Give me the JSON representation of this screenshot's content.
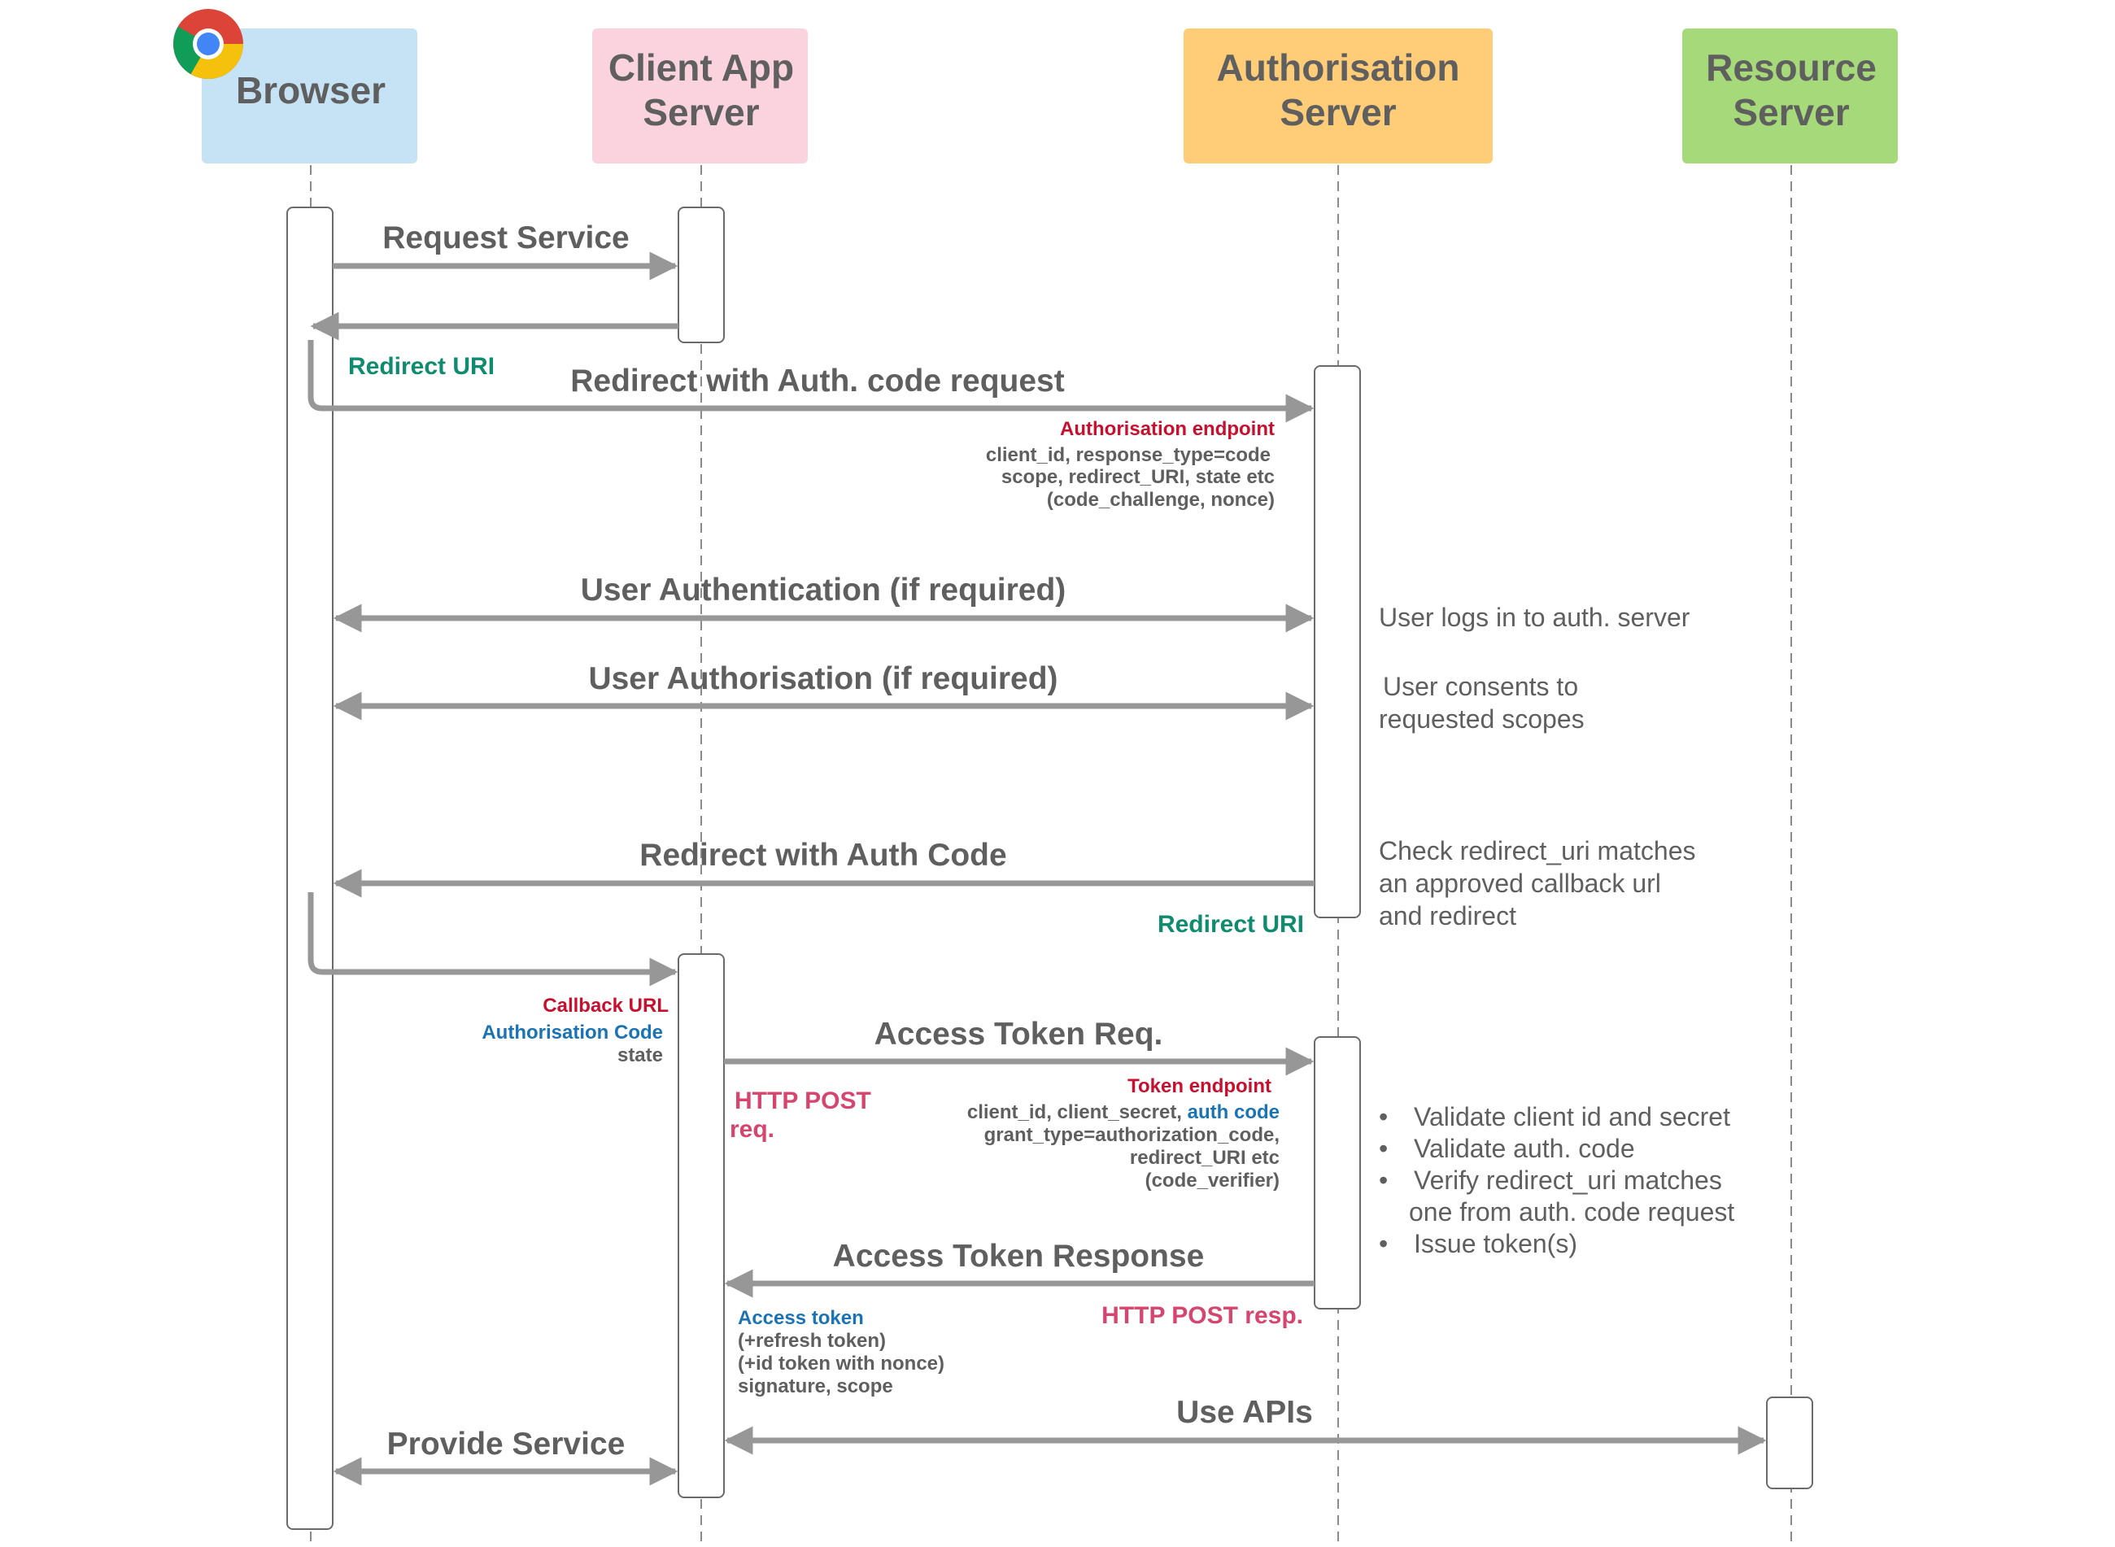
{
  "colors": {
    "browser": "#c5e3f5",
    "client": "#fad3df",
    "auth": "#ffcc78",
    "resource": "#a5d979",
    "arrow": "#979797",
    "red": "#c8102e",
    "blue": "#1a73b5",
    "green": "#0f8c6f",
    "pink": "#d6456e"
  },
  "actors": {
    "browser": {
      "label": "Browser",
      "icon": "chrome-icon"
    },
    "client": {
      "line1": "Client App",
      "line2": "Server"
    },
    "auth": {
      "line1": "Authorisation",
      "line2": "Server"
    },
    "resource": {
      "line1": "Resource",
      "line2": "Server"
    }
  },
  "messages": {
    "request_service": "Request Service",
    "redirect_auth_request": "Redirect with Auth. code request",
    "user_authentication": "User Authentication (if required)",
    "user_authorisation": "User Authorisation (if required)",
    "redirect_auth_code": "Redirect with Auth Code",
    "access_token_req": "Access Token Req.",
    "access_token_resp": "Access Token Response",
    "use_apis": "Use APIs",
    "provide_service": "Provide Service"
  },
  "labels": {
    "redirect_uri_1": "Redirect URI",
    "redirect_uri_2": "Redirect URI",
    "auth_endpoint": "Authorisation endpoint",
    "auth_params_1": "client_id, response_type=code",
    "auth_params_2": "scope, redirect_URI, state etc",
    "auth_params_3": "(code_challenge, nonce)",
    "callback_url": "Callback URL",
    "authorisation_code": "Authorisation Code",
    "state": "state",
    "http_post_req_1": "HTTP POST",
    "http_post_req_2": "req.",
    "token_endpoint": "Token endpoint",
    "token_params_1a": "client_id, client_secret, ",
    "token_params_1b": "auth code",
    "token_params_2": "grant_type=authorization_code,",
    "token_params_3": "redirect_URI etc",
    "token_params_4": "(code_verifier)",
    "http_post_resp": "HTTP POST resp.",
    "access_token": "Access token",
    "refresh_token": "(+refresh token)",
    "id_token": "(+id token with nonce)",
    "signature_scope": "signature, scope"
  },
  "notes": {
    "user_logs_in": "User logs in to auth. server",
    "consent_1": "User consents to",
    "consent_2": "requested scopes",
    "check_1": "Check redirect_uri matches",
    "check_2": "an approved callback url",
    "check_3": "and redirect",
    "validate": [
      "Validate client id and secret",
      "Validate auth. code",
      "Verify redirect_uri matches",
      "one from auth. code request",
      "Issue token(s)"
    ],
    "bullet": "•"
  }
}
